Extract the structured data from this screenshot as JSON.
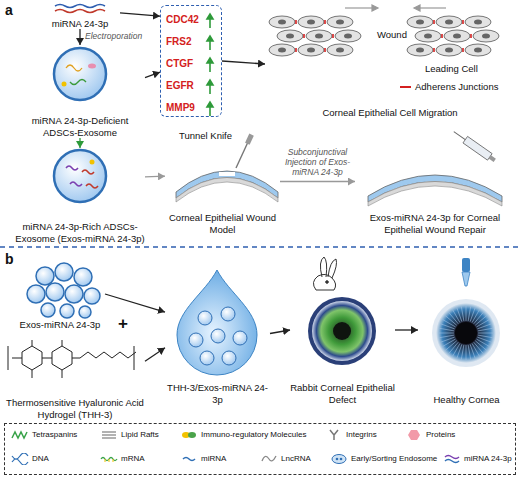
{
  "diagram": {
    "nodes": [
      {
        "text": [
          "miRNA 24-3p"
        ]
      },
      {
        "text": [
          "miRNA 24-3p-Deficient ADSCs-Exosome"
        ]
      },
      {
        "text": [
          "miRNA 24-3p-Rich ADSCs-Exosome (Exos-miRNA 24-3p)"
        ]
      },
      {
        "text": [
          "CDC42",
          "FRS2",
          "CTGF",
          "EGFR",
          "MMP9"
        ]
      },
      {
        "text": [
          "Wound",
          "Leading Cell",
          "Adherens Junctions",
          "Corneal Epithelial Cell Migration"
        ]
      },
      {
        "text": [
          "Tunnel Knife",
          "Corneal Epithelial Wound Model"
        ]
      },
      {
        "text": [
          "Exos-miRNA 24-3p for Corneal Epithelial Wound Repair"
        ]
      },
      {
        "text": [
          "Exos-miRNA 24-3p"
        ]
      },
      {
        "text": [
          "Thermosensitive Hyaluronic Acid Hydrogel (THH-3)"
        ]
      },
      {
        "text": [
          "THH-3/Exos-miRNA 24-3p"
        ]
      },
      {
        "text": [
          "Rabbit Corneal Epithelial Defect"
        ]
      },
      {
        "text": [
          "Healthy Cornea"
        ]
      }
    ],
    "edges": [
      {
        "from": 0,
        "to": 1,
        "label": "Electroporation",
        "arrow": "to"
      },
      {
        "from": 0,
        "to": 3,
        "arrow": "to"
      },
      {
        "from": 1,
        "to": 3,
        "arrow": "to"
      },
      {
        "from": 1,
        "to": 2,
        "arrow": "to"
      },
      {
        "from": 3,
        "to": 4,
        "arrow": "to"
      },
      {
        "from": 2,
        "to": 5,
        "arrow": "to"
      },
      {
        "from": 5,
        "to": 6,
        "label": "Subconjunctival Injection of Exos-miRNA 24-3p",
        "arrow": "to"
      },
      {
        "from": 7,
        "to": 9,
        "arrow": "to"
      },
      {
        "from": 8,
        "to": 9,
        "arrow": "to"
      },
      {
        "from": 9,
        "to": 10,
        "arrow": "to"
      },
      {
        "from": 10,
        "to": 11,
        "arrow": "to"
      }
    ],
    "labels": [
      "a",
      "b",
      "+"
    ],
    "legend": [
      {
        "text": "Tetraspanins"
      },
      {
        "text": "Lipid Rafts"
      },
      {
        "text": "Immuno-regulatory Molecules"
      },
      {
        "text": "Integrins"
      },
      {
        "text": "Proteins"
      },
      {
        "text": "DNA"
      },
      {
        "text": "mRNA"
      },
      {
        "text": "miRNA"
      },
      {
        "text": "LncRNA"
      },
      {
        "text": "Early/Sorting Endosome"
      },
      {
        "text": "miRNA 24-3p"
      }
    ]
  }
}
